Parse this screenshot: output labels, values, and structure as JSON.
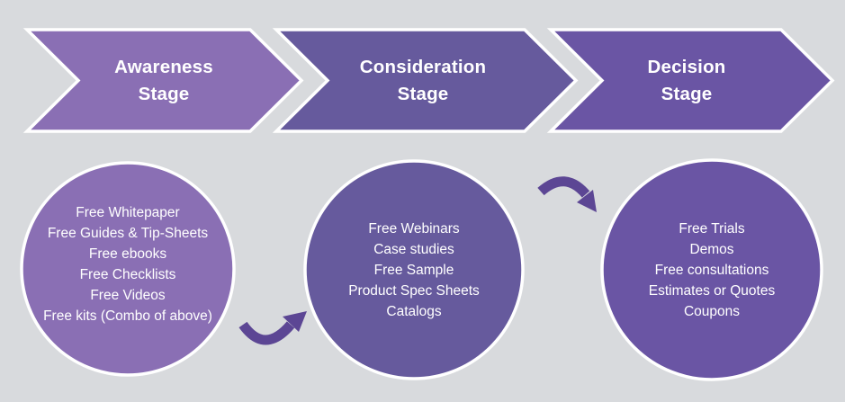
{
  "diagram": {
    "stages": [
      {
        "title_line1": "Awareness",
        "title_line2": "Stage",
        "offers": [
          "Free Whitepaper",
          "Free Guides & Tip-Sheets",
          "Free ebooks",
          "Free Checklists",
          "Free Videos",
          "Free kits (Combo of above)"
        ]
      },
      {
        "title_line1": "Consideration",
        "title_line2": "Stage",
        "offers": [
          "Free Webinars",
          "Case studies",
          "Free Sample",
          "Product Spec Sheets",
          "Catalogs"
        ]
      },
      {
        "title_line1": "Decision",
        "title_line2": "Stage",
        "offers": [
          "Free Trials",
          "Demos",
          "Free consultations",
          "Estimates or Quotes",
          "Coupons"
        ]
      }
    ],
    "palette": {
      "background": "#d8dadd",
      "stage1": "#8a6fb4",
      "stage2": "#665a9d",
      "stage3": "#6a55a4",
      "arrow": "#5c4694",
      "outline": "#ffffff",
      "text": "#ffffff"
    }
  }
}
